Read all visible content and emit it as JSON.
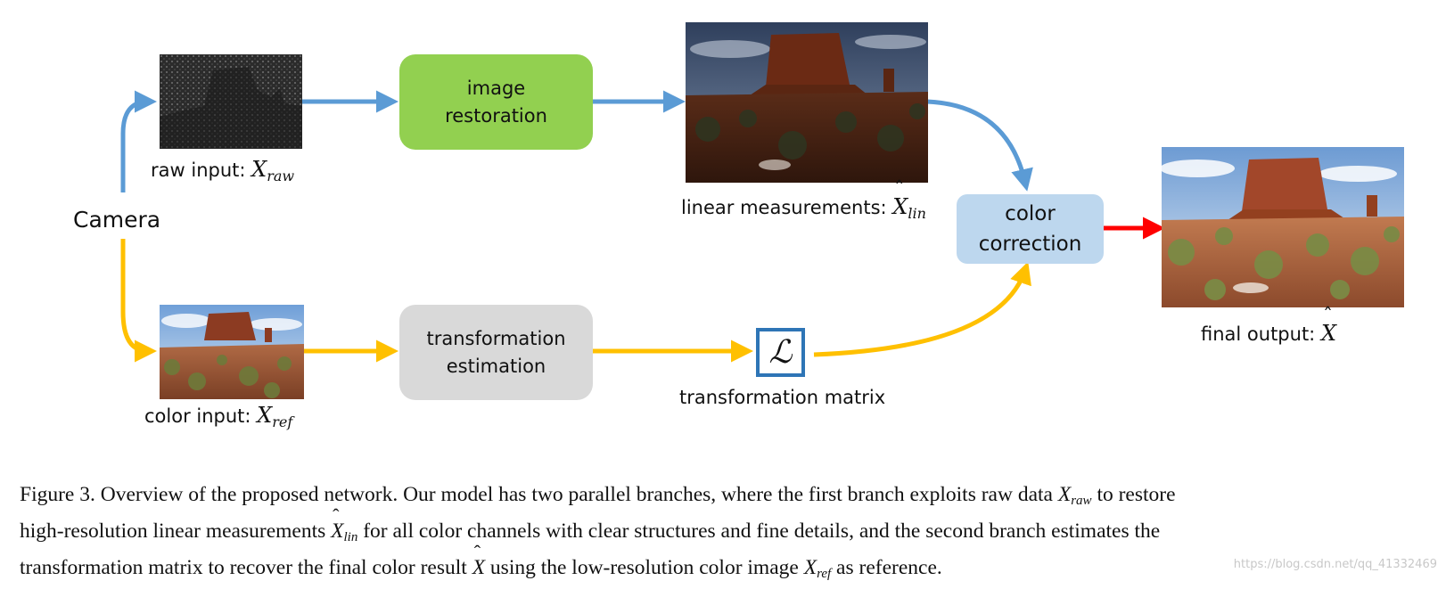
{
  "diagram": {
    "camera_label": "Camera",
    "raw_input_label": "raw input:",
    "raw_input_symbol": "X",
    "raw_input_sub": "raw",
    "color_input_label": "color input:",
    "color_input_symbol": "X",
    "color_input_sub": "ref",
    "image_restoration": "image\nrestoration",
    "transformation_estimation": "transformation\nestimation",
    "linear_meas_label": "linear measurements:",
    "linear_meas_symbol": "X",
    "linear_meas_sub": "lin",
    "color_correction": "color\ncorrection",
    "transformation_symbol": "ℒ",
    "transformation_matrix_label": "transformation matrix",
    "final_output_label": "final output:",
    "final_output_symbol": "X"
  },
  "caption": {
    "figure_number": "Figure 3.",
    "part1": " Overview of the proposed network. Our model has two parallel branches, where the first branch exploits raw data ",
    "sym_raw": "X",
    "sub_raw": "raw",
    "part2": " to restore",
    "part3": "high-resolution linear measurements ",
    "sym_lin": "X",
    "sub_lin": "lin",
    "part4": " for all color channels with clear structures and fine details, and the second branch estimates the",
    "part5": "transformation matrix to recover the final color result ",
    "sym_final": "X",
    "part6": " using the low-resolution color image ",
    "sym_ref": "X",
    "sub_ref": "ref",
    "part7": " as reference."
  },
  "watermark": "https://blog.csdn.net/qq_41332469",
  "colors": {
    "blue_arrow": "#5b9bd5",
    "yellow_arrow": "#ffc000",
    "red_arrow": "#ff0000",
    "green_box": "#92d050",
    "gray_box": "#d9d9d9",
    "light_blue_box": "#bdd7ee",
    "matrix_border": "#2e75b6"
  }
}
